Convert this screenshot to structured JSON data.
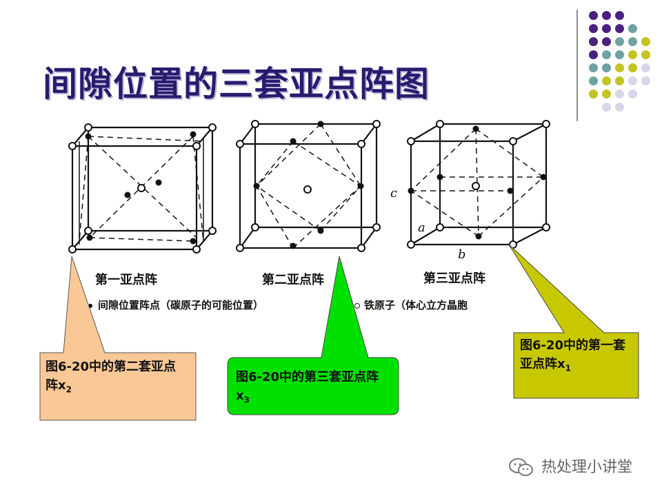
{
  "title": "间隙位置的三套亚点阵图",
  "figure": {
    "cube_labels": [
      "第一亚点阵",
      "第二亚点阵",
      "第三亚点阵"
    ],
    "axis_labels": {
      "c": "c",
      "a": "a",
      "b": "b"
    },
    "legend_interstitial": "间隙位置阵点（碳原子的可能位置）",
    "legend_iron": "铁原子（体心立方晶胞"
  },
  "callouts": {
    "x2": {
      "text": "图6-20中的第二套亚点阵x",
      "sub": "2",
      "color": "#fac896"
    },
    "x3": {
      "text": "图6-20中的第三套亚点阵x",
      "sub": "3",
      "color": "#00e000"
    },
    "x1": {
      "text": "图6-20中的第一套亚点阵x",
      "sub": "1",
      "color": "#c8c800"
    }
  },
  "colors": {
    "purple": "#4b2180",
    "teal": "#6fa3a3",
    "olive": "#c3c324",
    "lavender": "#d6d6ea",
    "title": "#2a1a6e"
  },
  "watermark": "热处理小讲堂"
}
